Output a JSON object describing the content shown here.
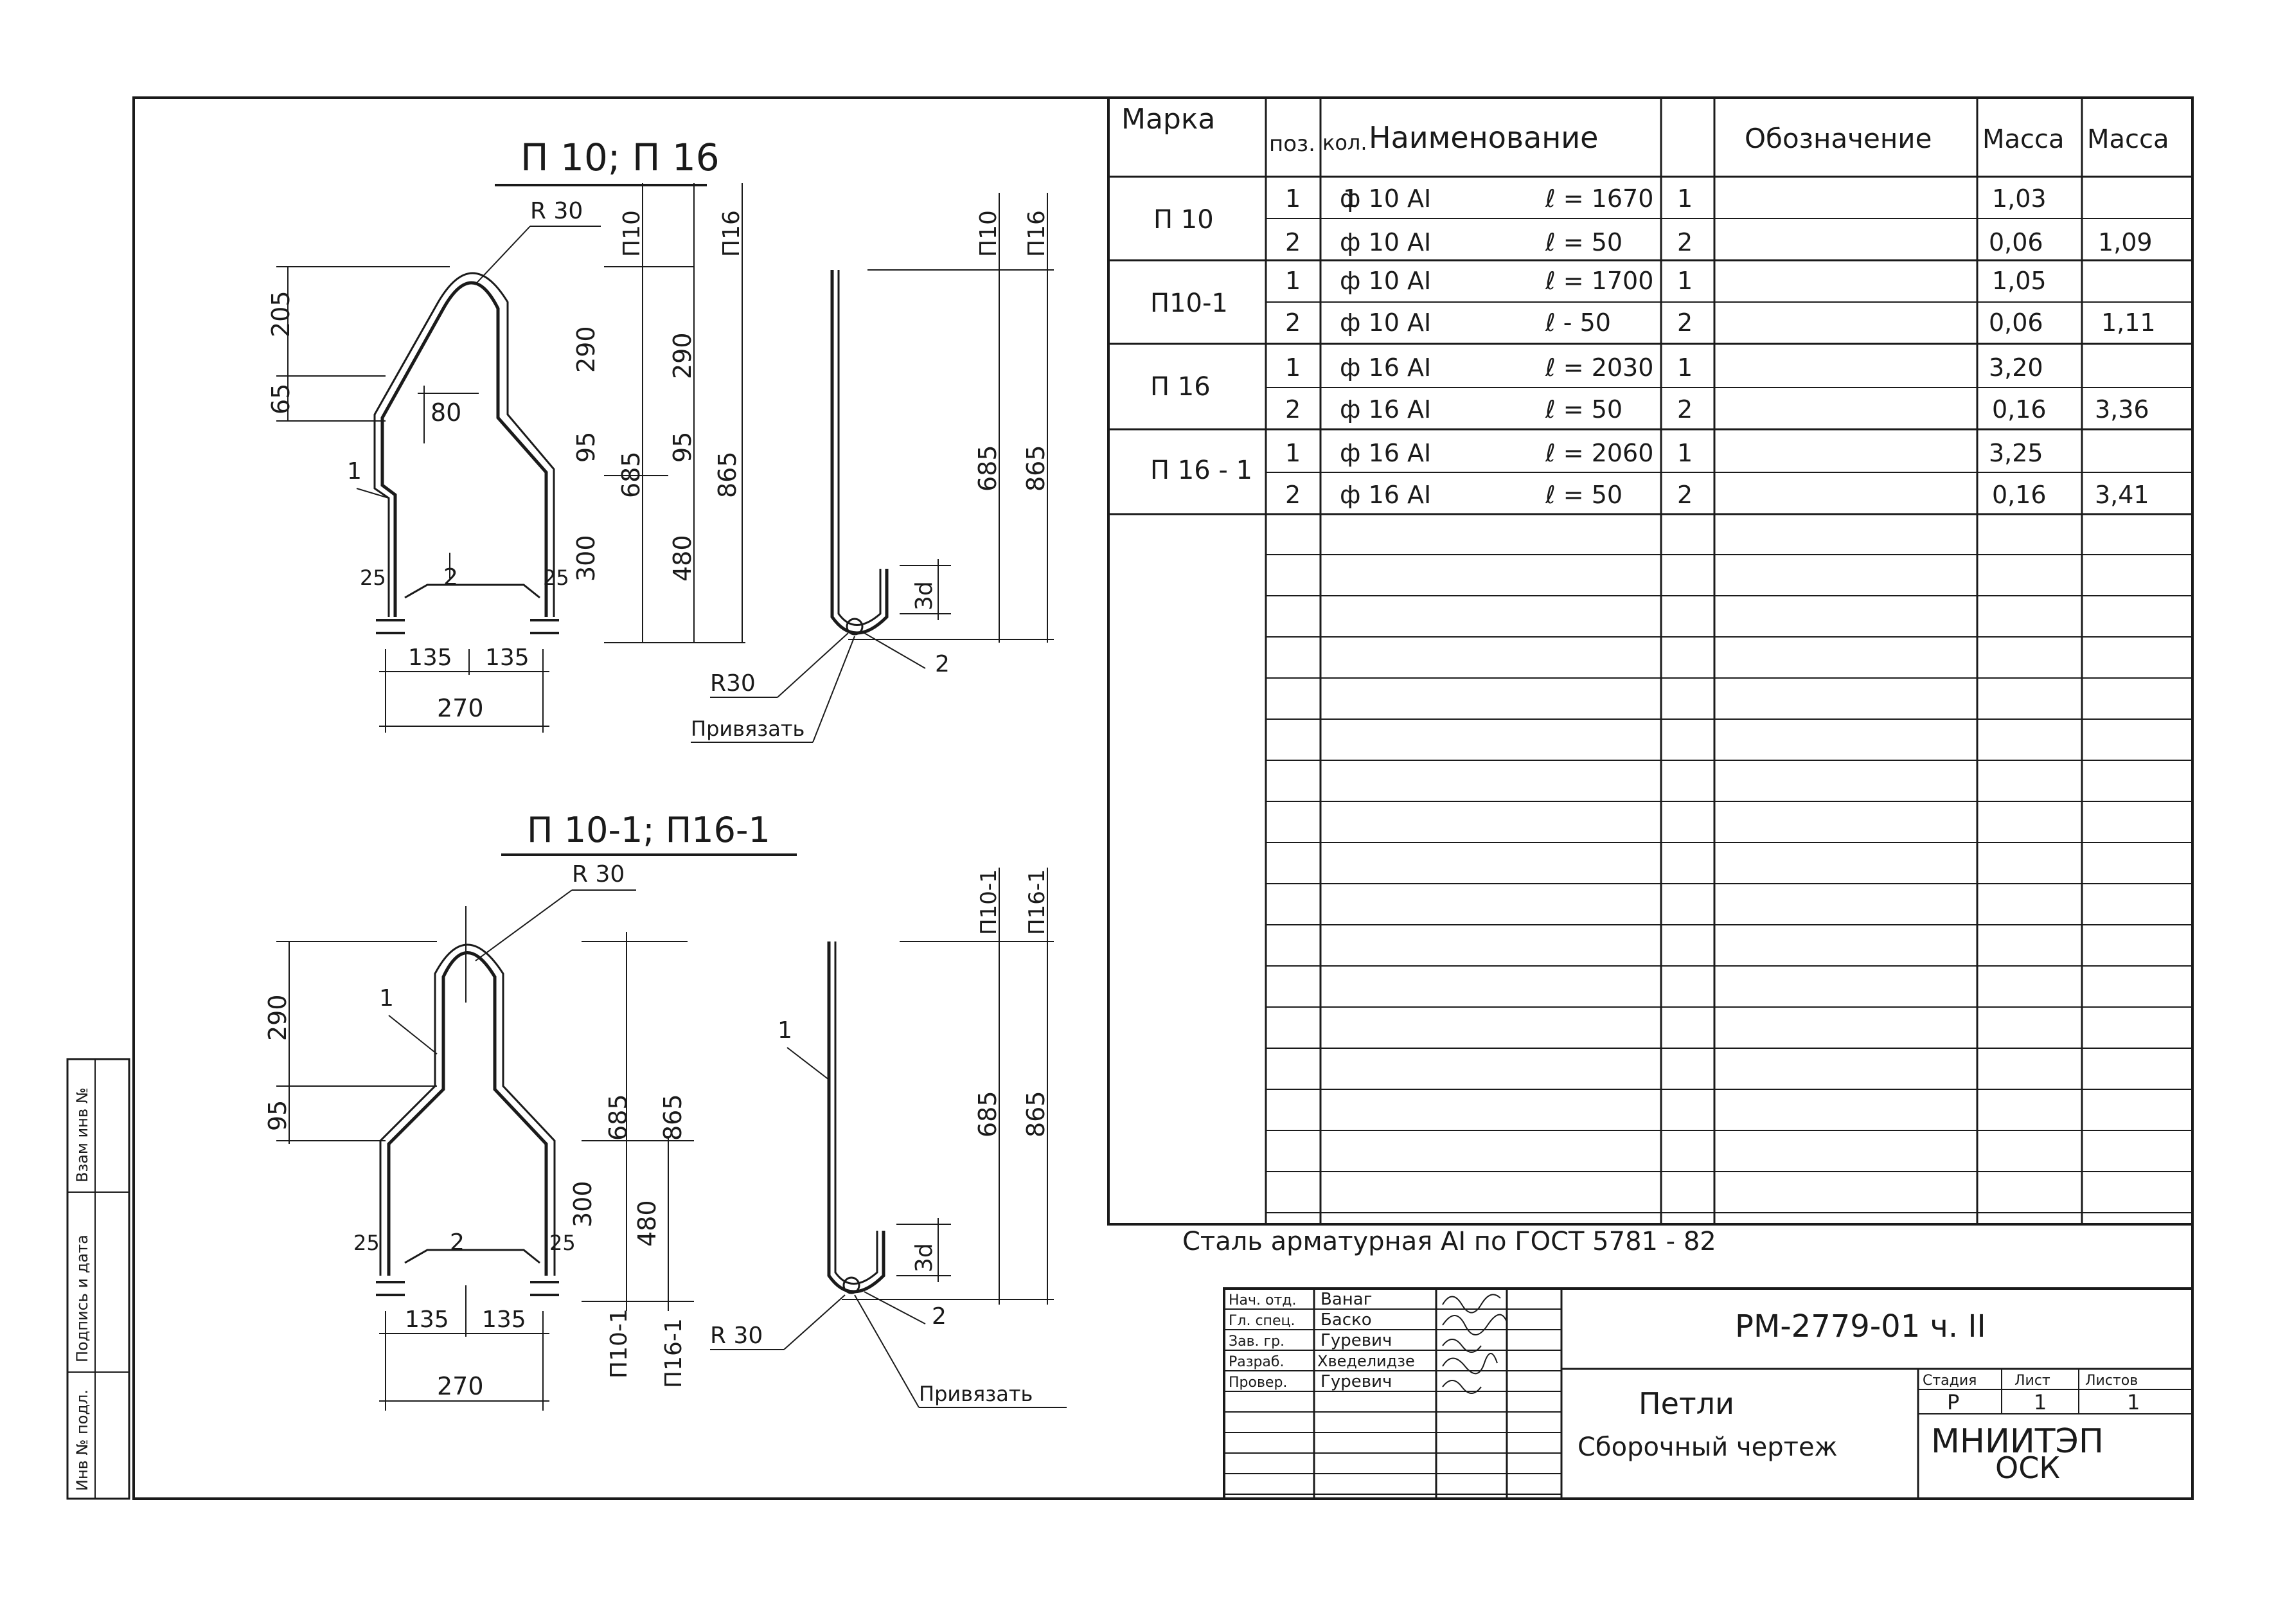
{
  "drawing1": {
    "title": "П 10; П 16",
    "radius": "R 30",
    "col_p10": "П10",
    "col_p16": "П16",
    "dims": {
      "d205": "205",
      "d65": "65",
      "d80": "80",
      "d290a": "290",
      "d95a": "95",
      "d685a": "685",
      "d300": "300",
      "d290b": "290",
      "d95b": "95",
      "d480": "480",
      "d865a": "865",
      "d25a": "25",
      "d25b": "25",
      "d135a": "135",
      "d135b": "135",
      "d270": "270",
      "pos1": "1",
      "pos2": "2"
    },
    "side": {
      "col_p10": "П10",
      "col_p16": "П16",
      "d685": "685",
      "d865": "865",
      "d3d": "3d",
      "radius": "R30",
      "pos2": "2",
      "note": "Привязать"
    }
  },
  "drawing2": {
    "title": "П 10-1; П16-1",
    "radius": "R 30",
    "dims": {
      "d290": "290",
      "d95": "95",
      "d300": "300",
      "d685": "685",
      "d480": "480",
      "d865": "865",
      "col_p101": "П10-1",
      "col_p161": "П16-1",
      "d25a": "25",
      "d25b": "25",
      "d135a": "135",
      "d135b": "135",
      "d270": "270",
      "pos1": "1",
      "pos2": "2"
    },
    "side": {
      "col_p101": "П10-1",
      "col_p161": "П16-1",
      "d685": "685",
      "d865": "865",
      "d3d": "3d",
      "radius": "R 30",
      "pos1": "1",
      "pos2": "2",
      "note": "Привязать"
    }
  },
  "spec": {
    "headers": [
      "Марка",
      "поз.",
      "Наименование",
      "кол.",
      "Обозначение",
      "Масса",
      "Масса"
    ],
    "groups": [
      {
        "mark": "П 10",
        "rows": [
          {
            "pos": "1",
            "name": "ф 10 АI",
            "len": "ℓ = 1670",
            "qty": "1",
            "mass": "1,03",
            "total": ""
          },
          {
            "pos": "2",
            "name": "ф 10 АI",
            "len": "ℓ = 50",
            "qty": "2",
            "mass": "0,06",
            "total": "1,09"
          }
        ]
      },
      {
        "mark": "П10-1",
        "rows": [
          {
            "pos": "1",
            "name": "ф 10 АI",
            "len": "ℓ = 1700",
            "qty": "1",
            "mass": "1,05",
            "total": ""
          },
          {
            "pos": "2",
            "name": "ф 10 АI",
            "len": "ℓ - 50",
            "qty": "2",
            "mass": "0,06",
            "total": "1,11"
          }
        ]
      },
      {
        "mark": "П 16",
        "rows": [
          {
            "pos": "1",
            "name": "ф 16 АI",
            "len": "ℓ = 2030",
            "qty": "1",
            "mass": "3,20",
            "total": ""
          },
          {
            "pos": "2",
            "name": "ф 16 АI",
            "len": "ℓ = 50",
            "qty": "2",
            "mass": "0,16",
            "total": "3,36"
          }
        ]
      },
      {
        "mark": "П 16 - 1",
        "rows": [
          {
            "pos": "1",
            "name": "ф 16 АI",
            "len": "ℓ = 2060",
            "qty": "1",
            "mass": "3,25",
            "total": ""
          },
          {
            "pos": "2",
            "name": "ф 16 АI",
            "len": "ℓ = 50",
            "qty": "2",
            "mass": "0,16",
            "total": "3,41"
          }
        ]
      }
    ],
    "note": "Сталь    арматурная  АI   по ГОСТ 5781 - 82"
  },
  "titleblock": {
    "roles": [
      "Нач. отд.",
      "Гл. спец.",
      "Зав. гр.",
      "Разраб.",
      "Провер."
    ],
    "names": [
      "Ванаг",
      "Баско",
      "Гуревич",
      "Хведелидзе",
      "Гуревич"
    ],
    "doc_code": "РМ-2779-01  ч. II",
    "title1": "Петли",
    "title2": "Сборочный    чертеж",
    "stage_label": "Стадия",
    "sheet_label": "Лист",
    "sheets_label": "Листов",
    "stage": "Р",
    "sheet": "1",
    "sheets": "1",
    "org1": "МНИИТЭП",
    "org2": "ОСК"
  },
  "sidestamp": [
    "Инв № подл.",
    "Подпись и дата",
    "Взам инв №"
  ]
}
